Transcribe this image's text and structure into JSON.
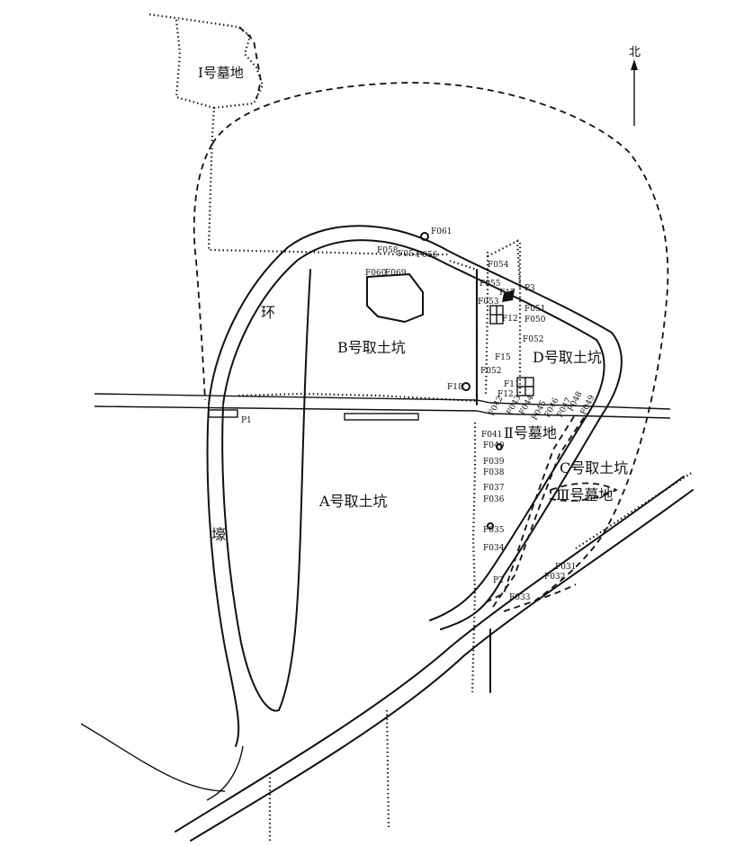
{
  "map": {
    "north_label": "北",
    "areas": {
      "cemetery_1": "Ⅰ号墓地",
      "cemetery_2": "Ⅱ号墓地",
      "cemetery_3": "Ⅲ号墓地",
      "pit_a": "A号取土坑",
      "pit_b": "B号取土坑",
      "pit_c": "C号取土坑",
      "pit_d": "D号取土坑",
      "moat_char_1": "环",
      "moat_char_2": "壕"
    },
    "points": {
      "p1": "P1",
      "p2": "P2",
      "p3": "P3"
    },
    "features": {
      "f061": "F061",
      "f058": "F058",
      "f057": "F057",
      "f056": "F056",
      "f054": "F054",
      "f060": "F060",
      "f069": "F069",
      "f055": "F055",
      "f053": "F053",
      "f17": "F17",
      "f12a": "F12",
      "f051": "F051",
      "f050": "F050",
      "f052a": "F052",
      "f15": "F15",
      "f052b": "F052",
      "f18": "F18",
      "f11": "F11",
      "f12b": "F12",
      "f042": "F042",
      "f043": "F043",
      "f044": "F044",
      "f045": "F045",
      "f046": "F046",
      "f047": "F047",
      "f048": "F048",
      "f049": "F049",
      "f041": "F041",
      "f040": "F040",
      "f039": "F039",
      "f038": "F038",
      "f037": "F037",
      "f036": "F036",
      "f035": "F035",
      "f034": "F034",
      "f033": "F033",
      "f032": "F032",
      "f031": "F031"
    }
  }
}
